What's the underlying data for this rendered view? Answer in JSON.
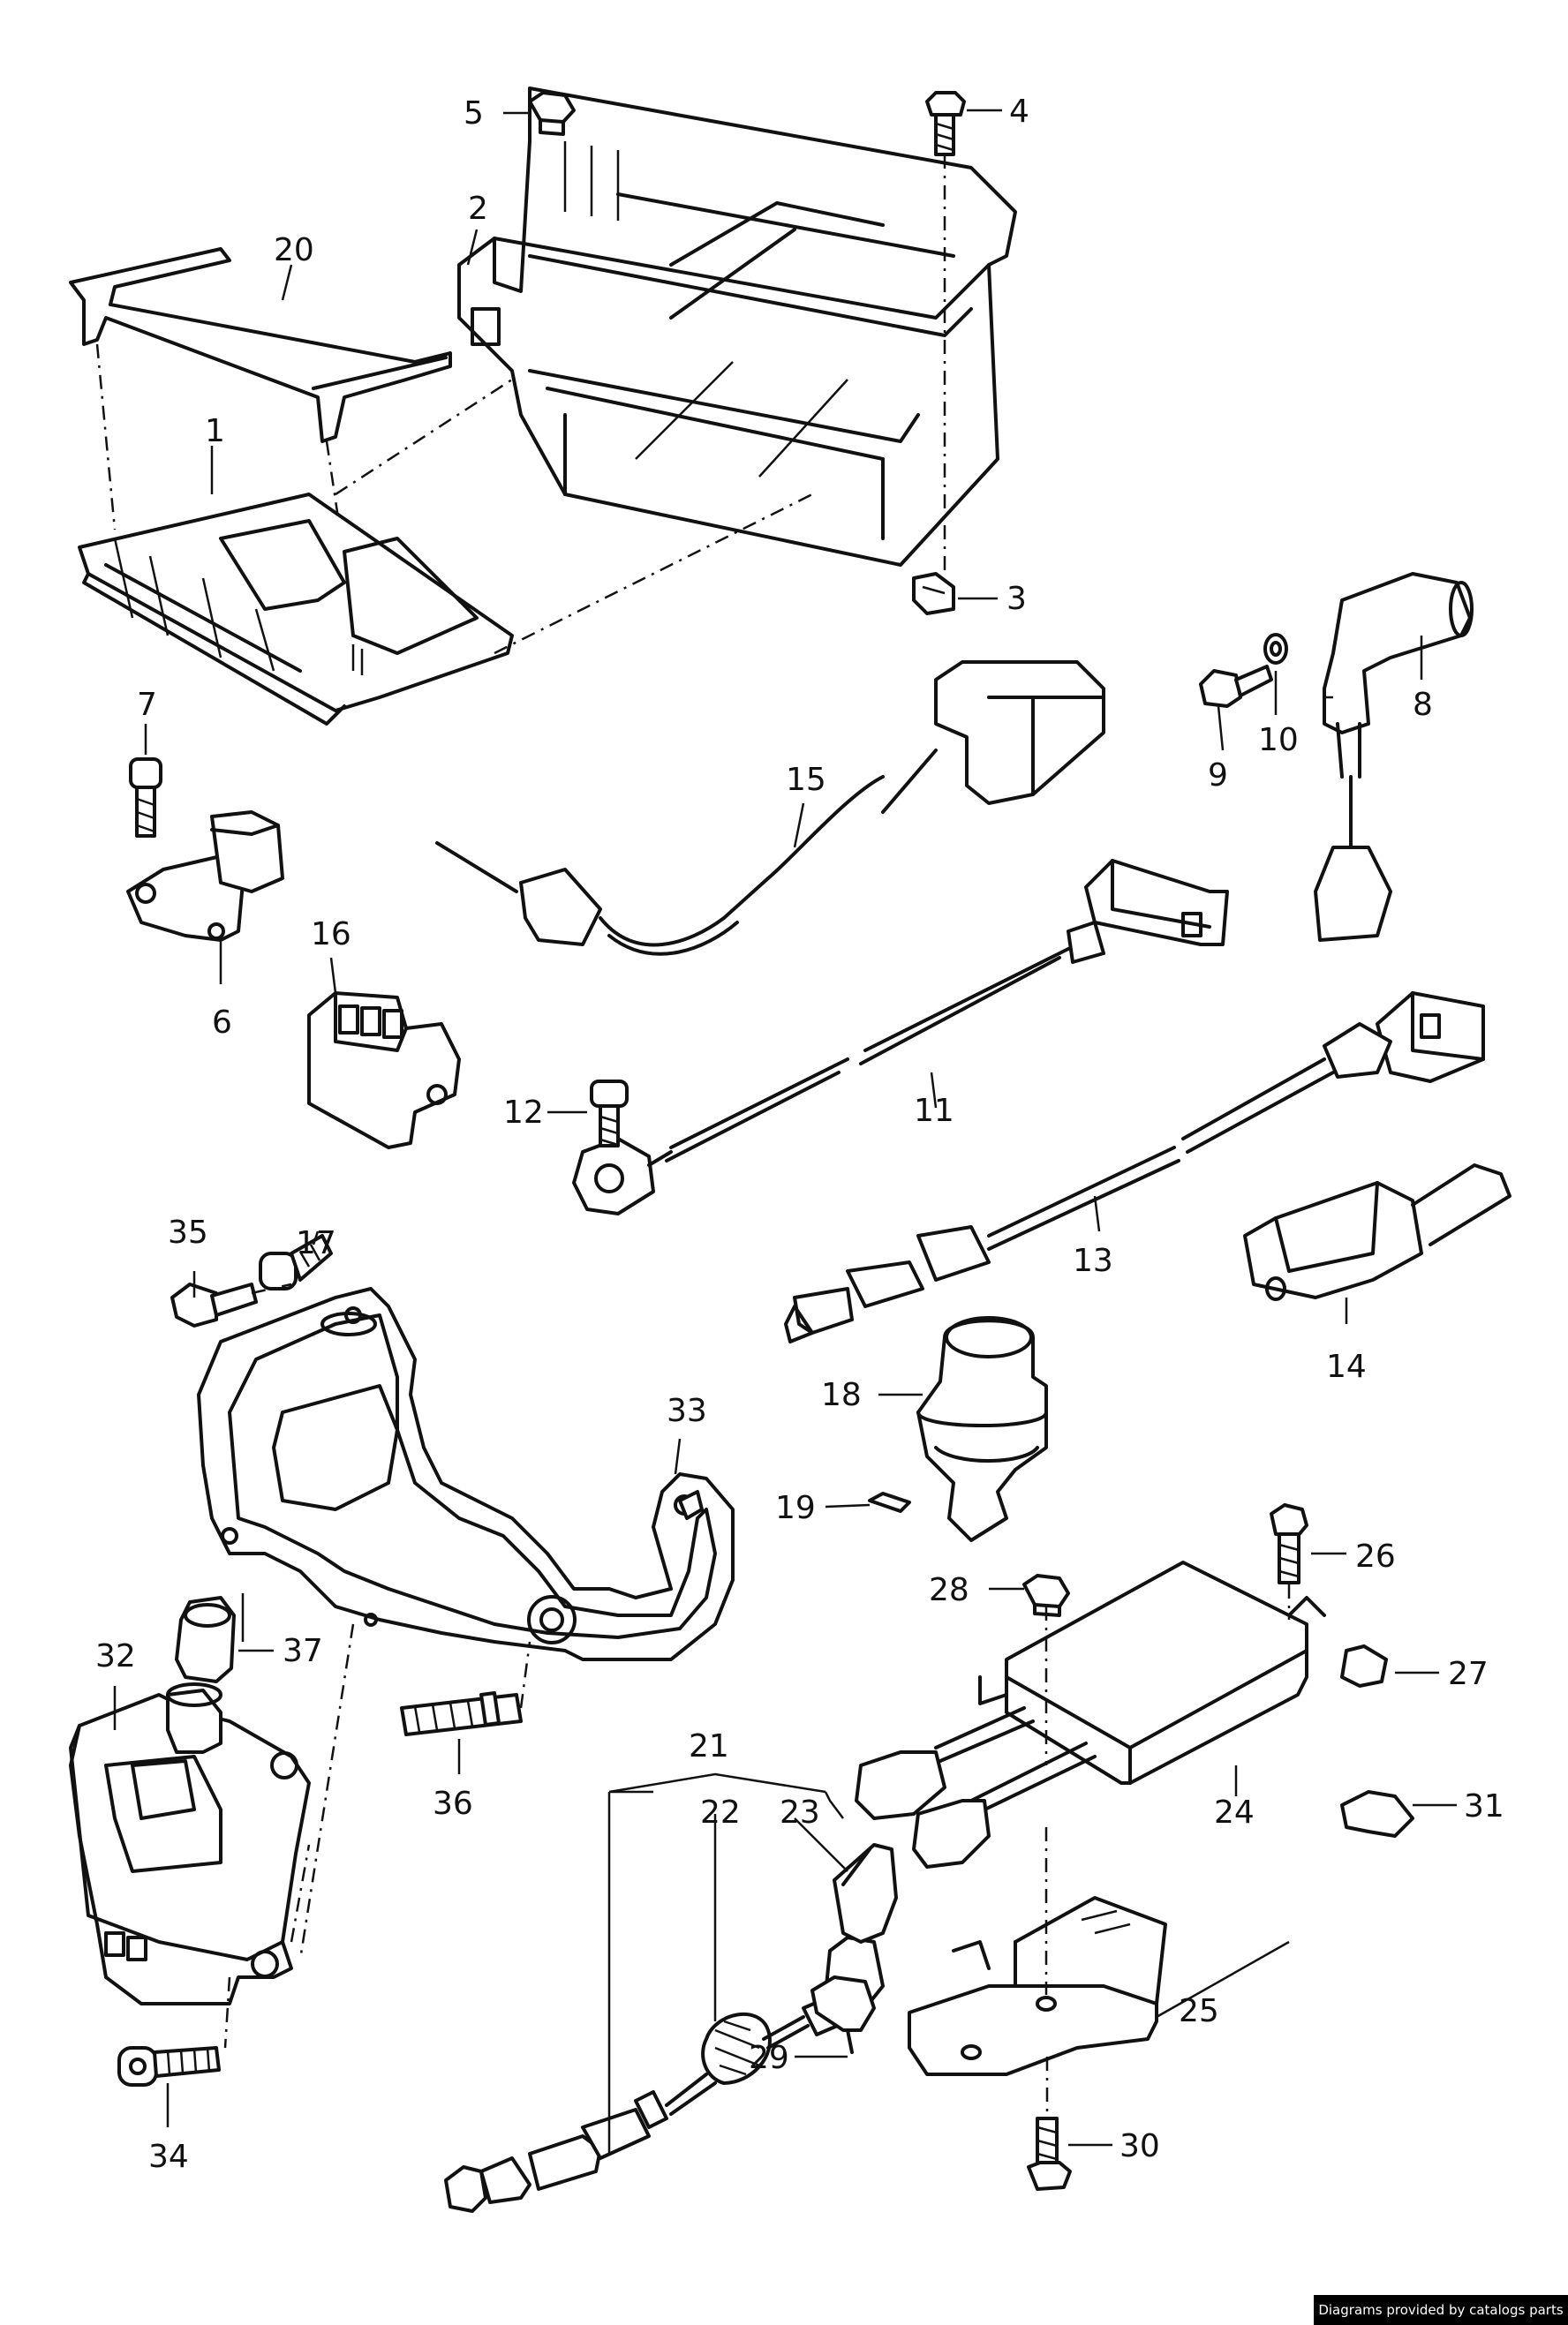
{
  "callouts": [
    "1",
    "2",
    "3",
    "4",
    "5",
    "6",
    "7",
    "8",
    "9",
    "10",
    "11",
    "12",
    "13",
    "14",
    "15",
    "16",
    "17",
    "18",
    "19",
    "20",
    "21",
    "22",
    "23",
    "24",
    "25",
    "26",
    "27",
    "28",
    "29",
    "30",
    "31",
    "32",
    "33",
    "34",
    "35",
    "36",
    "37"
  ],
  "credit": "Diagrams provided by catalogs parts"
}
